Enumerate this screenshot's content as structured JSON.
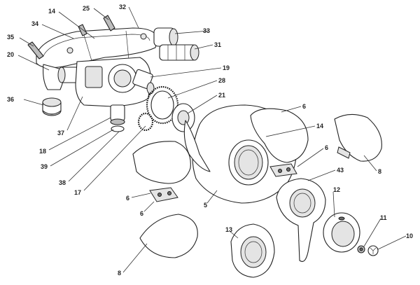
{
  "callouts": [
    {
      "id": "c14a",
      "label": "14"
    },
    {
      "id": "c25",
      "label": "25"
    },
    {
      "id": "c32",
      "label": "32"
    },
    {
      "id": "c34",
      "label": "34"
    },
    {
      "id": "c35",
      "label": "35"
    },
    {
      "id": "c33",
      "label": "33"
    },
    {
      "id": "c31",
      "label": "31"
    },
    {
      "id": "c20",
      "label": "20"
    },
    {
      "id": "c19",
      "label": "19"
    },
    {
      "id": "c28",
      "label": "28"
    },
    {
      "id": "c21",
      "label": "21"
    },
    {
      "id": "c36",
      "label": "36"
    },
    {
      "id": "c37",
      "label": "37"
    },
    {
      "id": "c18",
      "label": "18"
    },
    {
      "id": "c39",
      "label": "39"
    },
    {
      "id": "c38",
      "label": "38"
    },
    {
      "id": "c17",
      "label": "17"
    },
    {
      "id": "c6a",
      "label": "6"
    },
    {
      "id": "c14b",
      "label": "14"
    },
    {
      "id": "c6b",
      "label": "6"
    },
    {
      "id": "c8a",
      "label": "8"
    },
    {
      "id": "c43",
      "label": "43"
    },
    {
      "id": "c6c",
      "label": "6"
    },
    {
      "id": "c6d",
      "label": "6"
    },
    {
      "id": "c5",
      "label": "5"
    },
    {
      "id": "c12",
      "label": "12"
    },
    {
      "id": "c11",
      "label": "11"
    },
    {
      "id": "c10",
      "label": "10"
    },
    {
      "id": "c13",
      "label": "13"
    },
    {
      "id": "c8b",
      "label": "8"
    }
  ]
}
